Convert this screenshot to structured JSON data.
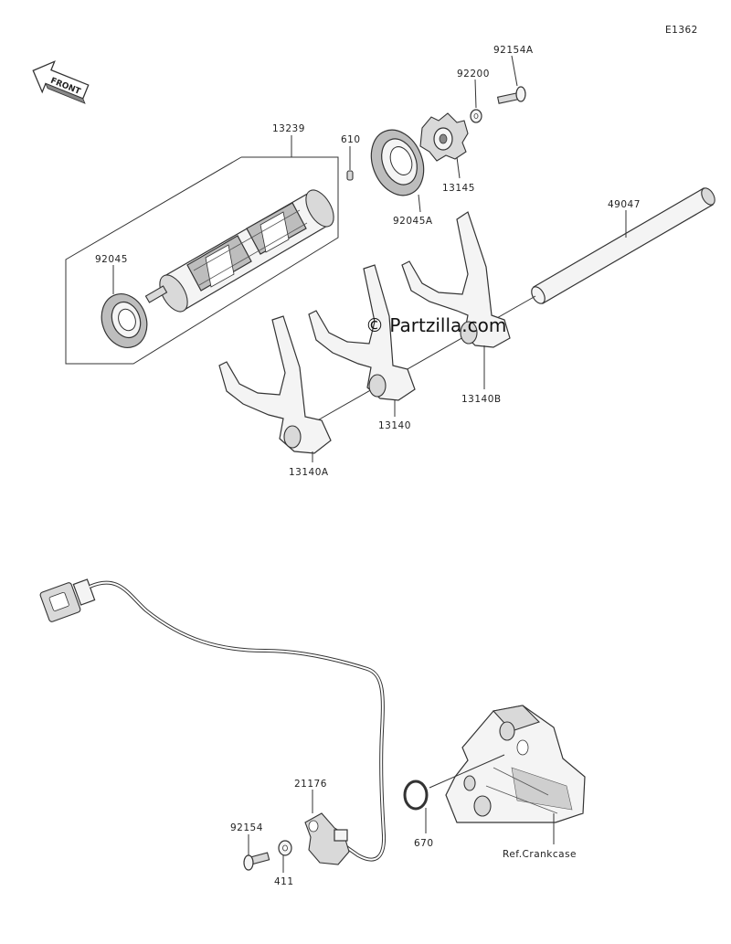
{
  "diagram_code": "E1362",
  "watermark": "© Partzilla.com",
  "front_label": "FRONT",
  "parts": {
    "p92154A": "92154A",
    "p92200": "92200",
    "p13145": "13145",
    "p92045A": "92045A",
    "p610": "610",
    "p13239": "13239",
    "p92045": "92045",
    "p49047": "49047",
    "p13140B": "13140B",
    "p13140": "13140",
    "p13140A": "13140A",
    "p21176": "21176",
    "p92154": "92154",
    "p411": "411",
    "p670": "670",
    "ref_crankcase": "Ref.Crankcase"
  }
}
